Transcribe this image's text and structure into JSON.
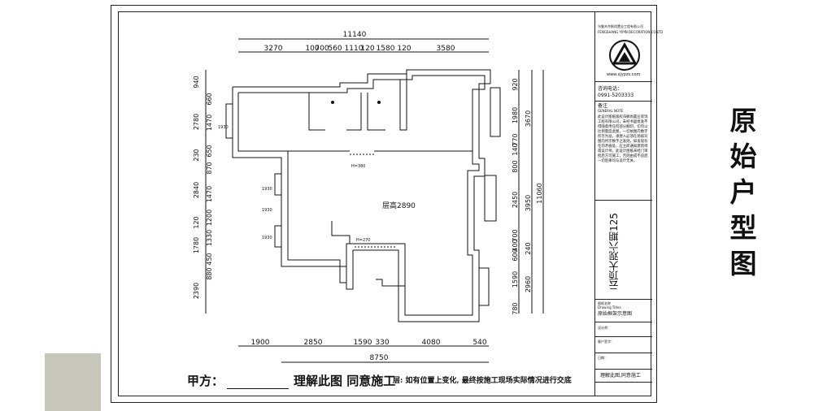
{
  "title_vertical": "原始户型图",
  "swatch_color": "#c9c6bb",
  "plan": {
    "total_width_top": "11140",
    "top_dims": [
      "3270",
      "100",
      "700",
      "560",
      "1110",
      "120",
      "1580",
      "120",
      "3580"
    ],
    "total_width_bottom": "8750",
    "bottom_dims": [
      "1900",
      "2850",
      "1590",
      "330",
      "4080",
      "540"
    ],
    "left_dims": [
      "940",
      "660",
      "1470",
      "2780",
      "230",
      "650",
      "870",
      "2840",
      "1470",
      "120",
      "1200",
      "1780",
      "1330",
      "450",
      "880",
      "2390"
    ],
    "right_dims_inner": [
      "920",
      "1980",
      "140",
      "770",
      "800",
      "2450",
      "600",
      "400",
      "700",
      "1590",
      "780"
    ],
    "right_dims_outer": [
      "3670",
      "3950",
      "2960",
      "240"
    ],
    "total_height": "11060",
    "height_label": "层高2890",
    "beam_labels": [
      "H=380",
      "H=270"
    ],
    "window_labels": [
      "1930",
      "1930",
      "1930",
      "1930"
    ]
  },
  "party_label": "甲方：",
  "agree_label": "理解此图 同意施工",
  "note": "层: 如有位置上变化, 最终按施工现场实际情况进行交底",
  "title_block": {
    "company_cn": "乌鲁木齐枫尚置业工程有限公司",
    "company_en": "FENGSHANG YIPIN DECORATION CO.LTD",
    "url": "www.xjypzs.com",
    "phone_label": "咨询电话：",
    "phone": "0991-5203333",
    "notes_label": "备注",
    "notes_en": "GENERAL NOTE",
    "notes_text": "此设计图纸版权归枫尚置业装饰工程有限公司，未经书面批准不得随意用任何部分翻印，切勿以比例量度此图，一切依图内数字所示为准，承建人必须在场核对图内所示数字之准则，如发现有任何矛盾处，应立即通知建筑师或设计师，此设计图纸未经门审批后方可施工，否则由成不良后一切后果均与设计无关。",
    "project_vertical": "云顶大观六期125",
    "drawing_name_label": "图纸名称",
    "drawing_name_en": "Drawing Titles",
    "drawing_name": "原始框架示意图",
    "designer_label": "设计师：",
    "client_label": "客户签字：",
    "date_label": "日期：",
    "agree": "理解此图,同意施工"
  }
}
